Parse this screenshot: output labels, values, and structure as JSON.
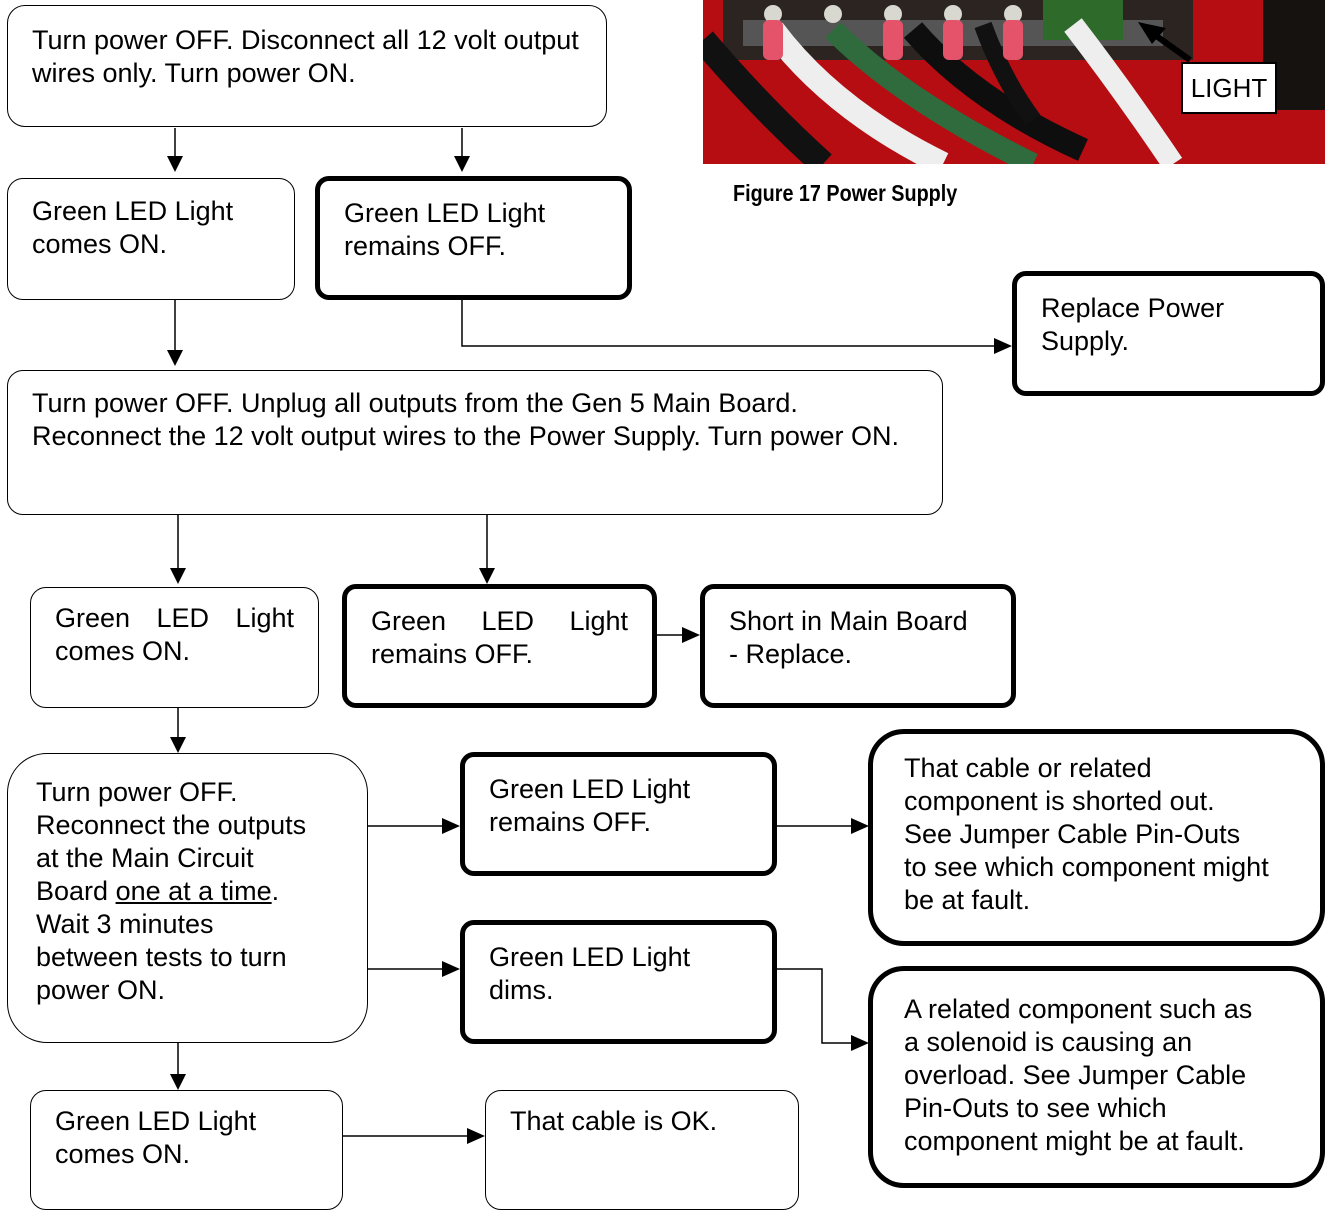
{
  "figure": {
    "caption": "Figure 17  Power Supply",
    "light_label": "LIGHT"
  },
  "steps": {
    "step1": "Turn power OFF. Disconnect all 12 volt output wires only. Turn power ON.",
    "led_on_1": "Green LED Light\ncomes ON.",
    "led_off_1": "Green LED Light\nremains OFF.",
    "replace_ps": "Replace Power\nSupply.",
    "step2": "Turn power OFF. Unplug all outputs from the Gen 5 Main Board. Reconnect the 12 volt output wires to the Power Supply. Turn power ON.",
    "led_on_2_line1": "Green LED Light",
    "led_on_2_line2": "comes ON.",
    "led_off_2_line1": "Green LED Light",
    "led_off_2_line2": "remains OFF.",
    "short_main": "Short in Main Board\n- Replace.",
    "step3_a": "Turn power OFF.\nReconnect the outputs\nat the Main Circuit\nBoard ",
    "step3_u": "one at a time",
    "step3_b": ".\nWait 3 minutes\nbetween tests to turn\npower ON.",
    "led_off_3": "Green LED Light\nremains OFF.",
    "cable_shorted": "That cable or related\ncomponent is shorted out.\nSee Jumper Cable Pin-Outs\nto see which component might\nbe at fault.",
    "led_dims": "Green LED Light\ndims.",
    "overload": "A related component such as\na solenoid is causing an\noverload. See Jumper Cable\nPin-Outs to see which\ncomponent might be at fault.",
    "led_on_3": "Green LED Light\ncomes ON.",
    "cable_ok": "That cable is OK."
  }
}
